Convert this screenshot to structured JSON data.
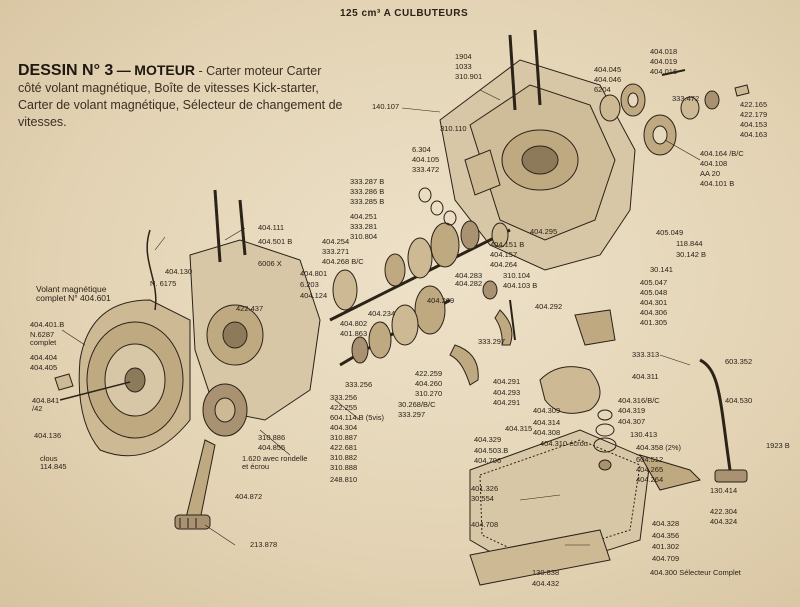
{
  "header": "125 cm³ A CULBUTEURS",
  "title": {
    "drawing": "DESSIN N° 3",
    "dash": "—",
    "subject": "MOTEUR",
    "description": "- Carter moteur Carter côté volant magnétique, Boîte de vitesses Kick-starter, Carter de volant magnétique, Sélecteur de changement de vitesses."
  },
  "labels": [
    {
      "id": "l1904",
      "text": "1904"
    },
    {
      "id": "l1033",
      "text": "1033"
    },
    {
      "id": "l310901",
      "text": "310.901"
    },
    {
      "id": "l140107",
      "text": "140.107"
    },
    {
      "id": "l310110",
      "text": "310.110"
    },
    {
      "id": "l404045",
      "text": "404.045"
    },
    {
      "id": "l404046",
      "text": "404.046"
    },
    {
      "id": "l6204",
      "text": "6204"
    },
    {
      "id": "l404018",
      "text": "404.018"
    },
    {
      "id": "l404019",
      "text": "404.019"
    },
    {
      "id": "l404016",
      "text": "404.016"
    },
    {
      "id": "l333472a",
      "text": "333.472"
    },
    {
      "id": "l422165",
      "text": "422.165"
    },
    {
      "id": "l422179",
      "text": "422.179"
    },
    {
      "id": "l404153",
      "text": "404.153"
    },
    {
      "id": "l404163",
      "text": "404.163"
    },
    {
      "id": "l404164",
      "text": "404.164 /B/C"
    },
    {
      "id": "l404108",
      "text": "404.108"
    },
    {
      "id": "lAA20",
      "text": "AA 20"
    },
    {
      "id": "l404101",
      "text": "404.101 B"
    },
    {
      "id": "l6304",
      "text": "6.304"
    },
    {
      "id": "l404105",
      "text": "404.105"
    },
    {
      "id": "l333472b",
      "text": "333.472"
    },
    {
      "id": "l333287",
      "text": "333.287 B"
    },
    {
      "id": "l333286",
      "text": "333.286 B"
    },
    {
      "id": "l333285",
      "text": "333.285 B"
    },
    {
      "id": "l404251",
      "text": "404.251"
    },
    {
      "id": "l333281",
      "text": "333.281"
    },
    {
      "id": "l310804",
      "text": "310.804"
    },
    {
      "id": "l404295",
      "text": "404.295"
    },
    {
      "id": "l404254",
      "text": "404.254"
    },
    {
      "id": "l333271",
      "text": "333.271"
    },
    {
      "id": "l404268",
      "text": "404.268 B/C"
    },
    {
      "id": "l404151",
      "text": "404.151 B"
    },
    {
      "id": "l404157",
      "text": "404.157"
    },
    {
      "id": "l404264",
      "text": "404.264"
    },
    {
      "id": "l404283",
      "text": "404.283"
    },
    {
      "id": "l404282",
      "text": "404.282"
    },
    {
      "id": "l310104",
      "text": "310.104"
    },
    {
      "id": "l404103",
      "text": "404.103 B"
    },
    {
      "id": "l405049",
      "text": "405.049"
    },
    {
      "id": "l118844",
      "text": "118.844"
    },
    {
      "id": "l30142",
      "text": "30.142 B"
    },
    {
      "id": "l30141",
      "text": "30.141"
    },
    {
      "id": "l405047",
      "text": "405.047"
    },
    {
      "id": "l405048",
      "text": "405.048"
    },
    {
      "id": "l404301",
      "text": "404.301"
    },
    {
      "id": "l404306",
      "text": "404.306"
    },
    {
      "id": "l401305",
      "text": "401.305"
    },
    {
      "id": "l404111",
      "text": "404.111"
    },
    {
      "id": "l404501",
      "text": "404.501 B"
    },
    {
      "id": "l6006",
      "text": "6006 X"
    },
    {
      "id": "l404130",
      "text": "404.130"
    },
    {
      "id": "lN6175",
      "text": "N. 6175"
    },
    {
      "id": "l404801",
      "text": "404.801"
    },
    {
      "id": "l6203",
      "text": "6.203"
    },
    {
      "id": "l404124",
      "text": "404.124"
    },
    {
      "id": "l422437",
      "text": "422.437"
    },
    {
      "id": "l404802",
      "text": "404.802"
    },
    {
      "id": "l401863",
      "text": "401.863"
    },
    {
      "id": "l404234",
      "text": "404.234"
    },
    {
      "id": "l404269",
      "text": "404.269"
    },
    {
      "id": "l404292",
      "text": "404.292"
    },
    {
      "id": "l333297a",
      "text": "333.297"
    },
    {
      "id": "lvolant",
      "text": "Volant magnétique complet N° 404.601"
    },
    {
      "id": "l404401",
      "text": "404.401.B"
    },
    {
      "id": "lN6287",
      "text": "N.6287 complet"
    },
    {
      "id": "l404404",
      "text": "404.404"
    },
    {
      "id": "l404405",
      "text": "404.405"
    },
    {
      "id": "l404841",
      "text": "404.841 /42"
    },
    {
      "id": "l404136",
      "text": "404.136"
    },
    {
      "id": "lclous",
      "text": "clous 114.845"
    },
    {
      "id": "l333256a",
      "text": "333.256"
    },
    {
      "id": "l333256b",
      "text": "333.256"
    },
    {
      "id": "l422255",
      "text": "422.255"
    },
    {
      "id": "l604114",
      "text": "604.114.B (5vis)"
    },
    {
      "id": "l404304",
      "text": "404.304"
    },
    {
      "id": "l310887",
      "text": "310.887"
    },
    {
      "id": "l422681",
      "text": "422.681"
    },
    {
      "id": "l310882",
      "text": "310.882"
    },
    {
      "id": "l310888",
      "text": "310.888"
    },
    {
      "id": "l248810",
      "text": "248.810"
    },
    {
      "id": "l310886",
      "text": "310.886"
    },
    {
      "id": "l404855",
      "text": "404.855"
    },
    {
      "id": "l1620",
      "text": "1.620 avec rondelle et écrou"
    },
    {
      "id": "l422259",
      "text": "422.259"
    },
    {
      "id": "l404260",
      "text": "404.260"
    },
    {
      "id": "l310270",
      "text": "310.270"
    },
    {
      "id": "l30268",
      "text": "30.268/B/C"
    },
    {
      "id": "l333297b",
      "text": "333.297"
    },
    {
      "id": "l404291a",
      "text": "404.291"
    },
    {
      "id": "l404293",
      "text": "404.293"
    },
    {
      "id": "l404291b",
      "text": "404.291"
    },
    {
      "id": "l333313",
      "text": "333.313"
    },
    {
      "id": "l404311",
      "text": "404.311"
    },
    {
      "id": "l603352",
      "text": "603.352"
    },
    {
      "id": "l404316",
      "text": "404.316/B/C"
    },
    {
      "id": "l404530",
      "text": "404.530"
    },
    {
      "id": "l404319",
      "text": "404.319"
    },
    {
      "id": "l404309",
      "text": "404.309"
    },
    {
      "id": "l404314",
      "text": "404.314"
    },
    {
      "id": "l404307",
      "text": "404.307"
    },
    {
      "id": "l404308",
      "text": "404.308"
    },
    {
      "id": "l404315",
      "text": "404.315"
    },
    {
      "id": "l404329",
      "text": "404.329"
    },
    {
      "id": "l404310",
      "text": "404.310 écrou"
    },
    {
      "id": "l130413",
      "text": "130.413"
    },
    {
      "id": "l404503",
      "text": "404.503.B"
    },
    {
      "id": "l404706",
      "text": "404.706"
    },
    {
      "id": "l404358",
      "text": "404.358 (2%)"
    },
    {
      "id": "l1923",
      "text": "1923 B"
    },
    {
      "id": "l604512",
      "text": "604.512"
    },
    {
      "id": "l404265",
      "text": "404.265"
    },
    {
      "id": "l404264b",
      "text": "404.264"
    },
    {
      "id": "l401326",
      "text": "401.326"
    },
    {
      "id": "l30554",
      "text": "30.554"
    },
    {
      "id": "l130414",
      "text": "130.414"
    },
    {
      "id": "l404872",
      "text": "404.872"
    },
    {
      "id": "l422304",
      "text": "422.304"
    },
    {
      "id": "l404324",
      "text": "404.324"
    },
    {
      "id": "l404328",
      "text": "404.328"
    },
    {
      "id": "l404708",
      "text": "404.708"
    },
    {
      "id": "l404356",
      "text": "404.356"
    },
    {
      "id": "l401302",
      "text": "401.302"
    },
    {
      "id": "l404709",
      "text": "404.709"
    },
    {
      "id": "l213878",
      "text": "213.878"
    },
    {
      "id": "l130838",
      "text": "130.838"
    },
    {
      "id": "l404432",
      "text": "404.432"
    },
    {
      "id": "l404300",
      "text": "404.300 Sélecteur Complet"
    }
  ]
}
